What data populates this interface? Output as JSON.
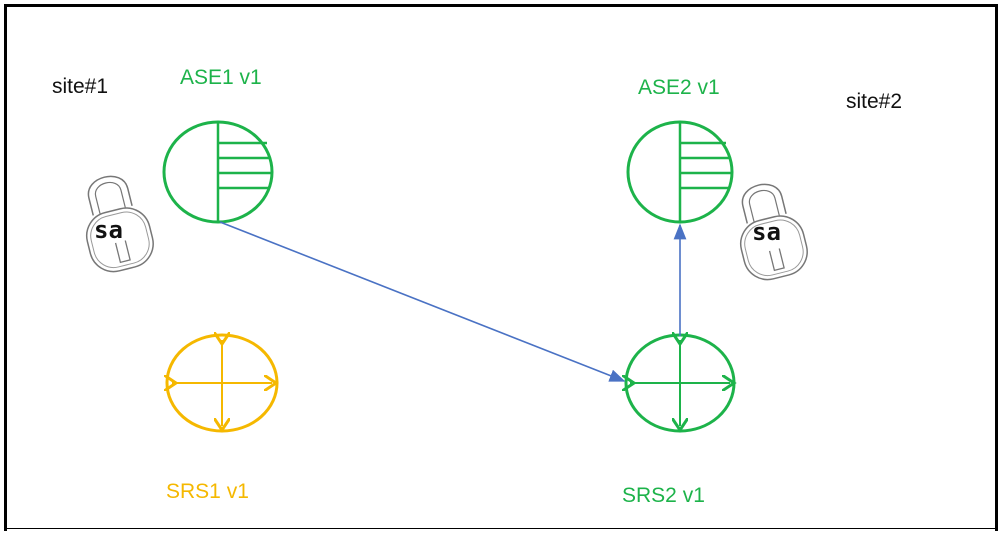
{
  "sites": {
    "site1": "site#1",
    "site2": "site#2"
  },
  "nodes": {
    "ase1": "ASE1 v1",
    "ase2": "ASE2 v1",
    "srs1": "SRS1 v1",
    "srs2": "SRS2 v1"
  },
  "locks": {
    "lock1": "sa",
    "lock2": "sa"
  },
  "colors": {
    "green": "#1db34a",
    "orange": "#f5b800",
    "arrow": "#4a72c4",
    "lock": "#777777"
  },
  "icons": [
    "database-icon",
    "replication-server-icon",
    "lock-icon",
    "arrow"
  ]
}
